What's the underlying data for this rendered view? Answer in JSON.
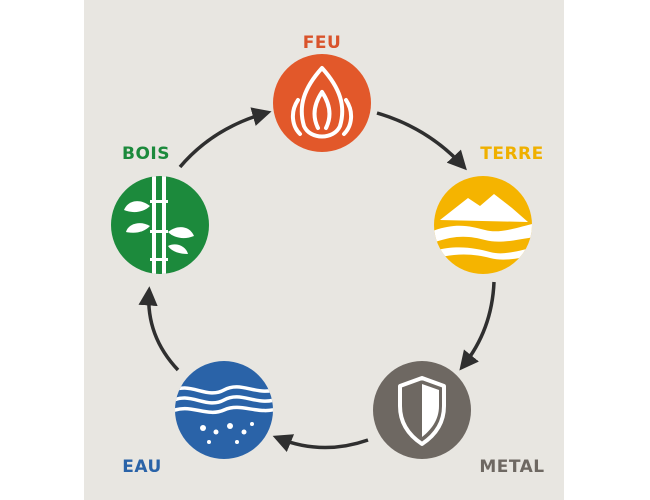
{
  "diagram": {
    "elements": {
      "fire": {
        "label": "FEU",
        "color": "#e2582a",
        "label_color": "#d9532b",
        "icon": "flame-icon"
      },
      "earth": {
        "label": "TERRE",
        "color": "#f5b400",
        "label_color": "#efb000",
        "icon": "mountain-icon"
      },
      "metal": {
        "label": "METAL",
        "color": "#6e6862",
        "label_color": "#6e6862",
        "icon": "shield-icon"
      },
      "water": {
        "label": "EAU",
        "color": "#2a63a8",
        "label_color": "#2a63a8",
        "icon": "waves-icon"
      },
      "wood": {
        "label": "BOIS",
        "color": "#1c8a3c",
        "label_color": "#1c8a3c",
        "icon": "bamboo-icon"
      }
    },
    "cycle": [
      "fire",
      "earth",
      "metal",
      "water",
      "wood"
    ],
    "arrow_color": "#2f2f2f",
    "background": "#e8e6e1"
  }
}
